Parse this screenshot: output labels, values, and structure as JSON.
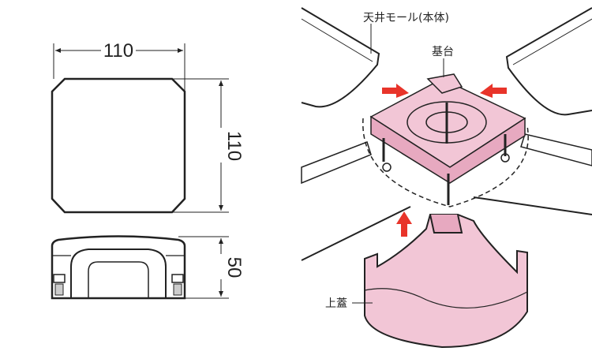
{
  "dimensions": {
    "width": "110",
    "depth": "110",
    "height": "50"
  },
  "labels": {
    "molding": "天井モール(本体)",
    "base": "基台",
    "cover": "上蓋"
  },
  "colors": {
    "part_fill": "#f2c6d6",
    "arrow": "#e8342a",
    "line": "#222222"
  }
}
